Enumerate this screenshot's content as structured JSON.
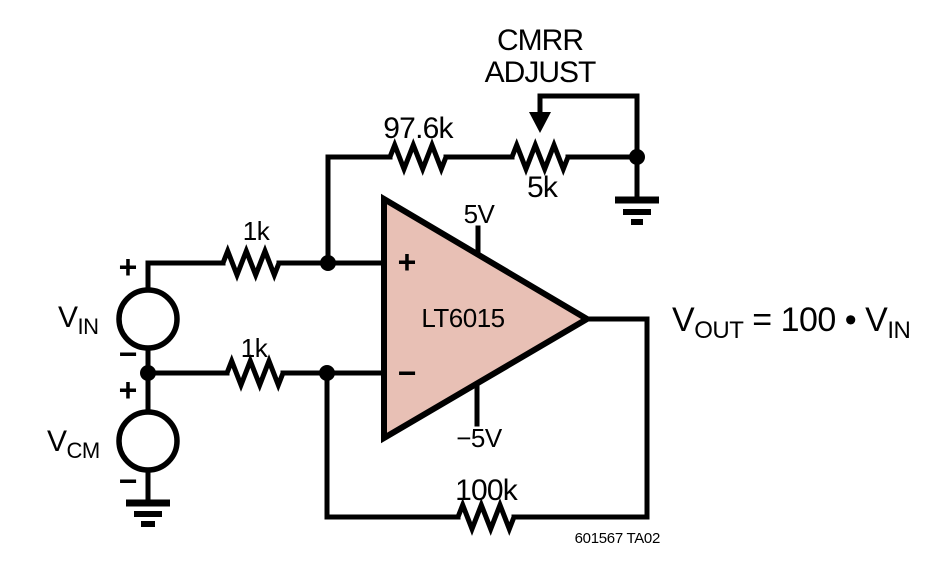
{
  "colors": {
    "opamp_fill": "#e8c0b5",
    "stroke": "#000000",
    "background": "#ffffff"
  },
  "labels": {
    "cmrr_line1": "CMRR",
    "cmrr_line2": "ADJUST",
    "r_feedback_top": "97.6k",
    "pot_value": "5k",
    "r_input_top": "1k",
    "r_input_bottom": "1k",
    "r_feedback_bottom": "100k",
    "supply_positive": "5V",
    "supply_negative": "−5V",
    "opamp_part": "LT6015",
    "opamp_plus": "+",
    "opamp_minus": "−",
    "vin_plus": "+",
    "vin_minus": "−",
    "vcm_plus": "+",
    "vcm_minus": "−",
    "figure_code": "601567 TA02"
  },
  "sources": {
    "vin": {
      "main": "V",
      "sub": "IN"
    },
    "vcm": {
      "main": "V",
      "sub": "CM"
    }
  },
  "equation": {
    "lhs_main": "V",
    "lhs_sub": "OUT",
    "middle": " = 100 • V",
    "rhs_sub": "IN"
  }
}
